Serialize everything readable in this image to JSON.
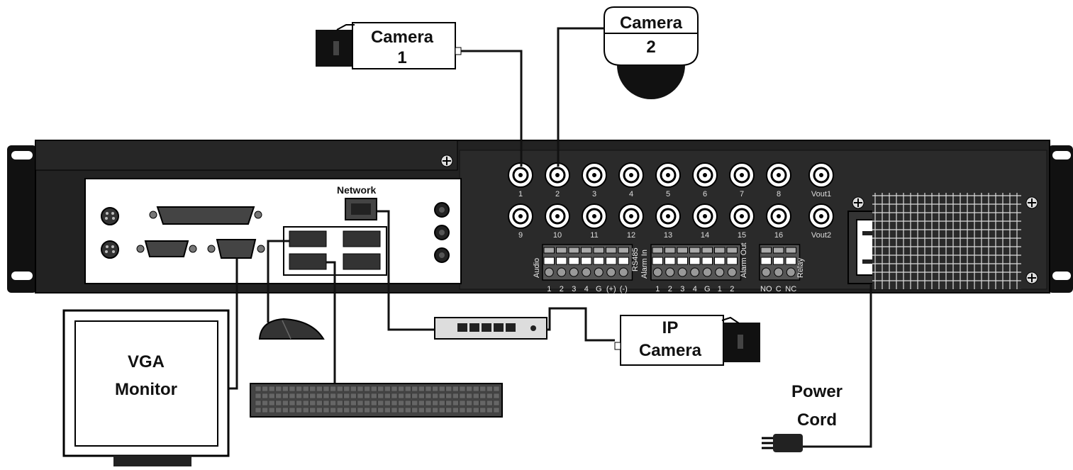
{
  "labels": {
    "camera1": [
      "Camera",
      "1"
    ],
    "camera2": [
      "Camera",
      "2"
    ],
    "network": "Network",
    "ip_camera": [
      "IP",
      "Camera"
    ],
    "vga_monitor": [
      "VGA",
      "Monitor"
    ],
    "power_cord": [
      "Power",
      "Cord"
    ]
  },
  "bnc": {
    "top_row": [
      "1",
      "2",
      "3",
      "4",
      "5",
      "6",
      "7",
      "8",
      "Vout1"
    ],
    "bottom_row": [
      "9",
      "10",
      "11",
      "12",
      "13",
      "14",
      "15",
      "16",
      "Vout2"
    ]
  },
  "terminals": {
    "audio": {
      "side_label": "Audio",
      "pins": [
        "1",
        "2",
        "3",
        "4",
        "G",
        "(+)",
        "(-)"
      ]
    },
    "rs485_label": "RS485",
    "alarm_in_label": "Alarm In",
    "alarm": {
      "side_label": "Alarm Out",
      "pins": [
        "1",
        "2",
        "3",
        "4",
        "G",
        "1",
        "2"
      ]
    },
    "relay": {
      "side_label": "Relay",
      "pins": [
        "NO",
        "C",
        "NC"
      ]
    }
  },
  "colors": {
    "panel": "#222222",
    "panel_inner": "#2c2c2c",
    "io_plate": "#ffffff",
    "line": "#111111"
  }
}
